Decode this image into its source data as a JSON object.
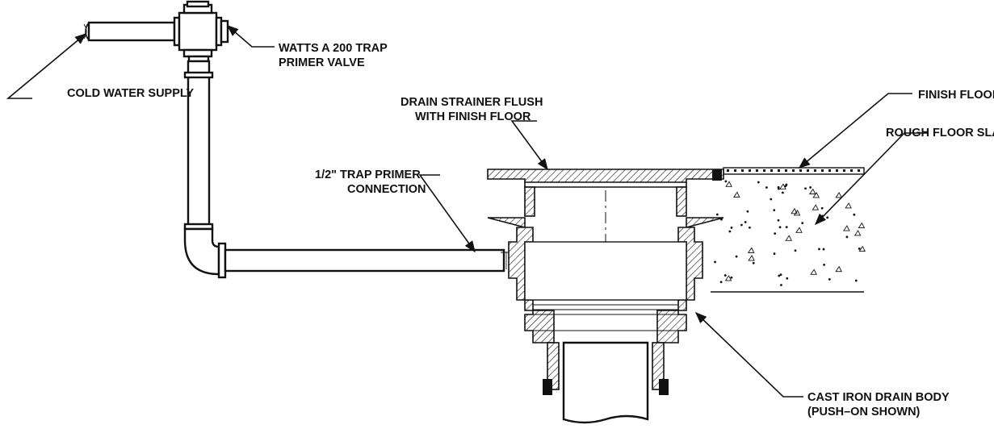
{
  "labels": {
    "cold_water_supply": "COLD WATER SUPPLY",
    "valve_line1": "WATTS A 200 TRAP",
    "valve_line2": "PRIMER VALVE",
    "strainer_line1": "DRAIN STRAINER FLUSH",
    "strainer_line2": "WITH FINISH FLOOR",
    "finish_floor": "FINISH FLOOR",
    "rough_slab": "ROUGH FLOOR SLAB",
    "connection_line1": "1/2\" TRAP PRIMER",
    "connection_line2": "CONNECTION",
    "body_line1": "CAST IRON DRAIN BODY",
    "body_line2": "(PUSH–ON SHOWN)"
  },
  "colors": {
    "line": "#111111",
    "background": "#ffffff"
  }
}
